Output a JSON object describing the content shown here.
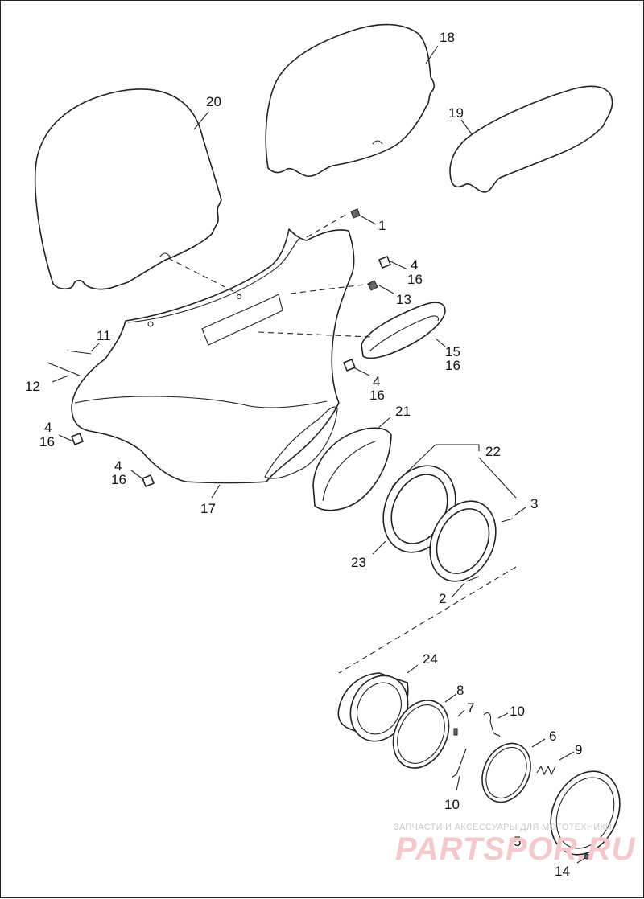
{
  "diagram": {
    "callouts": {
      "c1": "1",
      "c2": "2",
      "c3": "3",
      "c4a": "4",
      "c16a": "16",
      "c4b": "4",
      "c16b": "16",
      "c4c": "4",
      "c16c": "16",
      "c4d": "4",
      "c16d": "16",
      "c5": "5",
      "c6": "6",
      "c7": "7",
      "c8": "8",
      "c9": "9",
      "c10a": "10",
      "c10b": "10",
      "c11": "11",
      "c12": "12",
      "c13": "13",
      "c14": "14",
      "c15": "15",
      "c16e": "16",
      "c17": "17",
      "c18": "18",
      "c19": "19",
      "c20": "20",
      "c21": "21",
      "c22": "22",
      "c23": "23",
      "c24": "24"
    },
    "watermark": {
      "tagline": "ЗАПЧАСТИ И АКСЕССУАРЫ ДЛЯ МОТОТЕХНИКИ",
      "brand": "PARTSPOR.RU"
    },
    "colors": {
      "line": "#222222",
      "background": "#ffffff",
      "watermark_text": "#c9c9c9",
      "watermark_brand": "#f3c9cc"
    }
  }
}
